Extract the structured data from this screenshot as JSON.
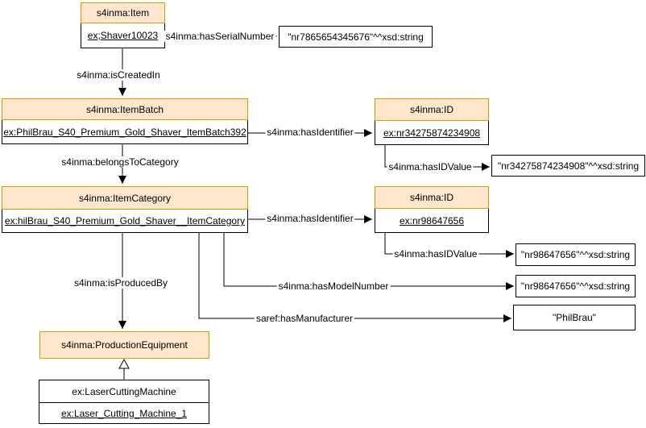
{
  "diagram": {
    "nodes": {
      "item": {
        "class": "s4inma:Item",
        "instance": "ex;Shaver10023"
      },
      "itemBatch": {
        "class": "s4inma:ItemBatch",
        "instance": "ex:PhilBrau_S40_Premium_Gold_Shaver_ItemBatch392"
      },
      "idBatch": {
        "class": "s4inma:ID",
        "instance": "ex:nr34275874234908"
      },
      "itemCategory": {
        "class": "s4inma:ItemCategory",
        "instance": "ex:hilBrau_S40_Premium_Gold_Shaver__ItemCategory"
      },
      "idCategory": {
        "class": "s4inma:ID",
        "instance": "ex:nr98647656"
      },
      "productionEquipment": {
        "class": "s4inma:ProductionEquipment"
      },
      "laserCuttingMachine": {
        "class": "ex:LaserCuttingMachine",
        "instance": "ex:Laser_Cutting_Machine_1"
      }
    },
    "literals": {
      "serialNumber": "\"nr7865654345676\"^^xsd:string",
      "batchIdValue": "\"nr34275874234908\"^^xsd:string",
      "categoryIdValue": "\"nr98647656\"^^xsd:string",
      "modelNumber": "\"nr98647656\"^^xsd:string",
      "manufacturer": "\"PhilBrau\""
    },
    "edges": {
      "hasSerialNumber": "s4inma:hasSerialNumber",
      "isCreatedIn": "s4inma:isCreatedIn",
      "hasIdentifierBatch": "s4inma:hasIdentifier",
      "hasIDValueBatch": "s4inma:hasIDValue",
      "belongsToCategory": "s4inma:belongsToCategory",
      "hasIdentifierCategory": "s4inma:hasIdentifier",
      "hasIDValueCategory": "s4inma:hasIDValue",
      "hasModelNumber": "s4inma:hasModelNumber",
      "hasManufacturer": "saref:hasManufacturer",
      "isProducedBy": "s4inma:isProducedBy"
    },
    "colors": {
      "classHeaderFill": "#FFE6CC",
      "classHeaderBorder": "#D79B00",
      "nodeBorder": "#000000",
      "edgeColor": "#000000",
      "background": "#FFFFFF"
    }
  }
}
